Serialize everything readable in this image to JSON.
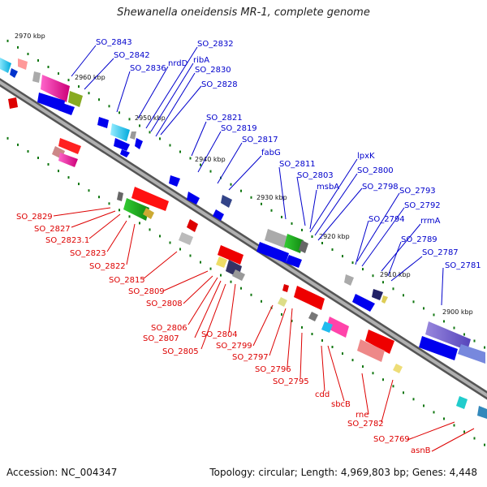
{
  "title": "Shewanella oneidensis MR-1, complete genome",
  "footer": {
    "accession": "Accession: NC_004347",
    "summary": "Topology: circular; Length: 4,969,803 bp; Genes: 4,448"
  },
  "colors": {
    "backbone": "#7a7a7a",
    "forward_label": "#0000cc",
    "reverse_label": "#dd0000",
    "tick": "#117711"
  },
  "scale_labels": [
    "2970 kbp",
    "2960 kbp",
    "2950 kbp",
    "2940 kbp",
    "2930 kbp",
    "2920 kbp",
    "2910 kbp",
    "2900 kbp"
  ],
  "forward_genes": [
    "SO_2843",
    "SO_2842",
    "SO_2836",
    "nrdD",
    "SO_2832",
    "ribA",
    "SO_2830",
    "SO_2828",
    "SO_2821",
    "SO_2819",
    "SO_2817",
    "fabG",
    "SO_2811",
    "SO_2803",
    "msbA",
    "lpxK",
    "SO_2800",
    "SO_2798",
    "SO_2793",
    "SO_2792",
    "SO_2794",
    "rrmA",
    "SO_2789",
    "SO_2787",
    "SO_2781"
  ],
  "reverse_genes": [
    "SO_2829",
    "SO_2827",
    "SO_2823.1",
    "SO_2823",
    "SO_2822",
    "SO_2815",
    "SO_2809",
    "SO_2808",
    "SO_2806",
    "SO_2807",
    "SO_2805",
    "SO_2804",
    "SO_2799",
    "SO_2797",
    "SO_2796",
    "SO_2795",
    "cdd",
    "sbcB",
    "rne",
    "SO_2782",
    "SO_2769",
    "asnB"
  ]
}
